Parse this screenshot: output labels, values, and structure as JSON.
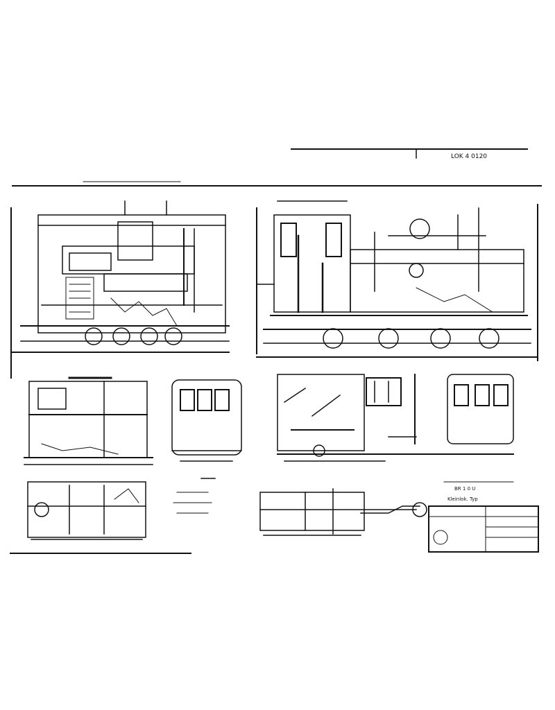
{
  "drawing": {
    "header_ref": "LOK 4 0120",
    "title_block": {
      "line_1": "BR 1 0 U",
      "line_2": "Kleinlok. Typ"
    },
    "colors": {
      "ink": "#111111",
      "paper": "#ffffff"
    }
  }
}
